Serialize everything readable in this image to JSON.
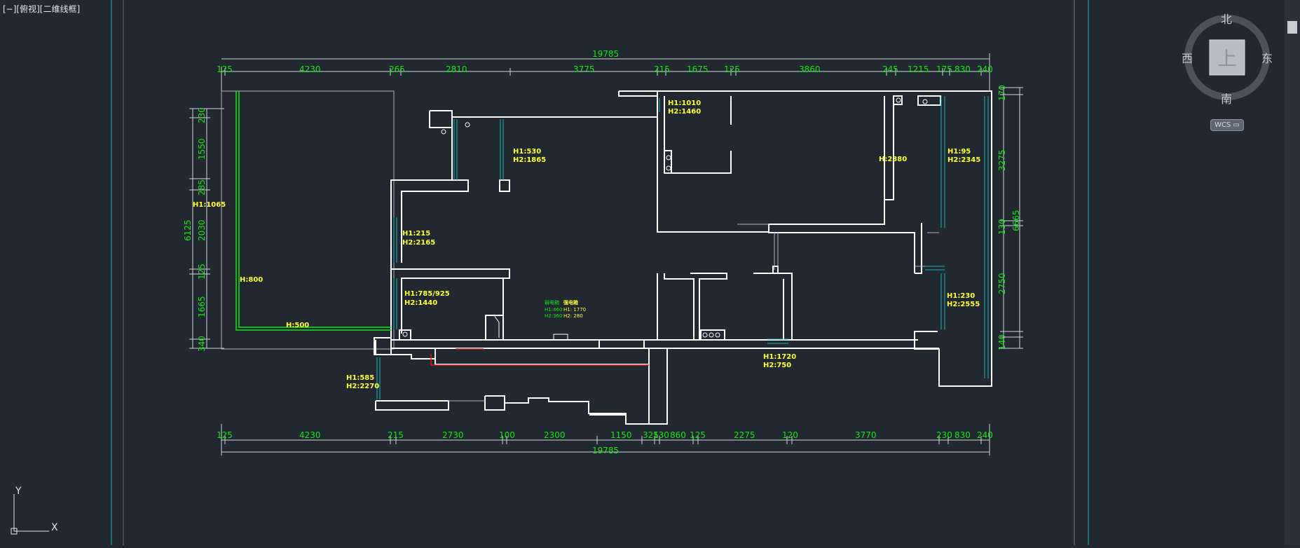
{
  "viewport": {
    "label": "[−][俯视][二维线框]"
  },
  "viewcube": {
    "north": "北",
    "south": "南",
    "east": "东",
    "west": "西",
    "face": "上",
    "wcs": "WCS ▭"
  },
  "ucs": {
    "x": "X",
    "y": "Y"
  },
  "dims": {
    "total_top": "19785",
    "total_bottom": "19785",
    "top": [
      "125",
      "4230",
      "265",
      "2810",
      "3775",
      "215",
      "1675",
      "125",
      "3860",
      "245",
      "1215",
      "175",
      "830",
      "240"
    ],
    "bottom": [
      "125",
      "4230",
      "215",
      "2730",
      "100",
      "2300",
      "1150",
      "325",
      "130",
      "860",
      "125",
      "2275",
      "120",
      "3770",
      "230",
      "830",
      "240"
    ],
    "left": [
      "230",
      "1550",
      "285",
      "2030",
      "125",
      "1665",
      "340"
    ],
    "left_total": "6125",
    "right": [
      "170",
      "3275",
      "130",
      "2750",
      "140"
    ],
    "right_total": "6665"
  },
  "annotations": {
    "a1": "H1:1010",
    "a2": "H2:1460",
    "a3": "H1:530",
    "a4": "H2:1865",
    "a5": "H:2380",
    "a6": "H1:95",
    "a7": "H2:2345",
    "a8": "H1:1065",
    "a9": "H1:215",
    "a10": "H2:2165",
    "a11": "H:800",
    "a12": "H1:785/925",
    "a13": "H2:1440",
    "a14": "H:500",
    "a15": "H1:230",
    "a16": "H2:2555",
    "a17": "H1:1720",
    "a18": "H2:750",
    "a19": "H1:585",
    "a20": "H2:2270",
    "s1": "弱电箱",
    "s2": "强电箱",
    "s3": "H1:460",
    "s4": "H1: 1770",
    "s5": "H2:360",
    "s6": "H2: 280"
  },
  "colors": {
    "background": "#212830",
    "dimension": "#16e616",
    "annotation": "#ffff33",
    "walls": "#ffffff",
    "frame": "#19b4b4",
    "red_line": "#e01818"
  }
}
